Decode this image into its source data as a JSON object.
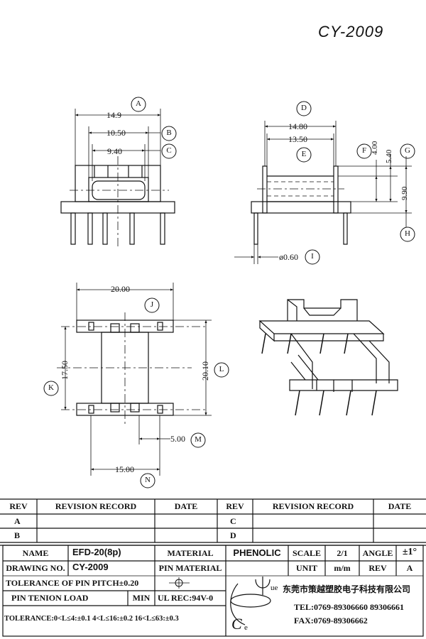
{
  "header": {
    "drawing_mark": "CY-2009"
  },
  "dimensions": {
    "front": {
      "overall": "14.9",
      "mid": "10.50",
      "inner": "9.40"
    },
    "side": {
      "overall": "14.80",
      "mid": "13.50",
      "f": "4.00",
      "g": "5.40",
      "h": "9.90",
      "pin": "ø0.60"
    },
    "bottom": {
      "width": "20.00",
      "k": "17.50",
      "l": "20.10",
      "m": "5.00",
      "n": "15.00"
    }
  },
  "callouts": [
    "A",
    "B",
    "C",
    "D",
    "E",
    "F",
    "G",
    "H",
    "I",
    "J",
    "K",
    "L",
    "M",
    "N"
  ],
  "revision": {
    "headers": {
      "rev": "REV",
      "record": "REVISION RECORD",
      "date": "DATE"
    },
    "left_rows": [
      "A",
      "B"
    ],
    "right_rows": [
      "C",
      "D"
    ]
  },
  "spec": {
    "name_label": "NAME",
    "name_value": "EFD-20(8p)",
    "material_label": "MATERIAL",
    "material_value": "PHENOLIC",
    "scale_label": "SCALE",
    "scale_value": "2/1",
    "angle_label": "ANGLE",
    "angle_value": "±1°",
    "drawing_no_label": "DRAWING NO.",
    "drawing_no_value": "CY-2009",
    "pin_material_label": "PIN MATERIAL",
    "unit_label": "UNIT",
    "unit_value": "m/m",
    "rev_label": "REV",
    "rev_value": "A",
    "tolerance_pitch": "TOLERANCE OF PIN PITCH±0.20",
    "pin_tension_label": "PIN TENION LOAD",
    "pin_tension_value": "MIN",
    "ul_rec": "UL REC:94V-0",
    "tolerance_line": "TOLERANCE:0<L≤4:±0.1  4<L≤16:±0.2  16<L≤63:±0.3"
  },
  "company": {
    "name_cn": "东莞市策越塑胶电子科技有限公司",
    "tel": "TEL:0769-89306660 89306661",
    "fax": "FAX:0769-89306662",
    "logo_letters": {
      "c": "C",
      "e": "e",
      "u": "ue"
    }
  }
}
